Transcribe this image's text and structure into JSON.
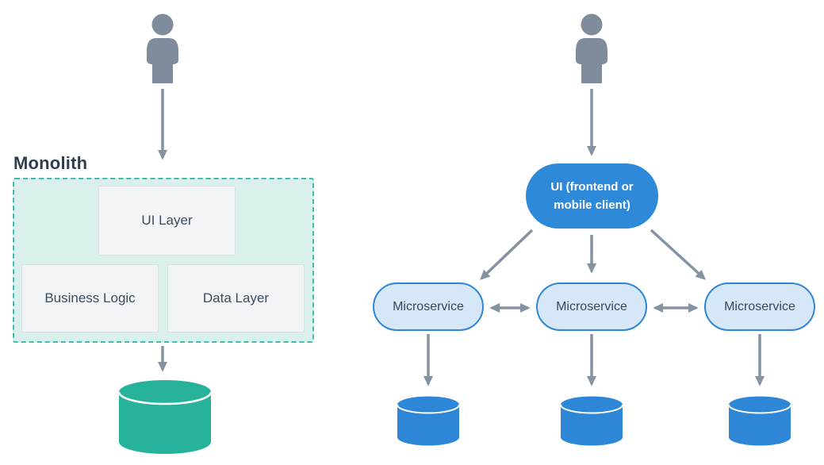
{
  "left": {
    "title": "Monolith",
    "ui_layer": "UI Layer",
    "business_logic": "Business Logic",
    "data_layer": "Data Layer"
  },
  "right": {
    "ui_client_line1": "UI (frontend or",
    "ui_client_line2": "mobile client)",
    "microservices": [
      {
        "label": "Microservice"
      },
      {
        "label": "Microservice"
      },
      {
        "label": "Microservice"
      }
    ]
  },
  "icons": {
    "user": "user-icon",
    "database": "database-icon",
    "arrow": "arrow-connector"
  },
  "colors": {
    "teal_dashed_border": "#41bdac",
    "teal_panel_fill": "#daf0ec",
    "teal_database": "#26b29b",
    "inner_box_fill": "#f2f4f7",
    "inner_box_border": "#d9dfe5",
    "blue_primary": "#2e89d9",
    "blue_light_fill": "#d6e7f8",
    "blue_border": "#2e86d6",
    "blue_database": "#2e86d6",
    "arrow_gray": "#8492a2",
    "person_gray": "#7f8c9b",
    "text_dark": "#3e4c5a",
    "title_dark": "#2e3e4f",
    "background": "#ffffff"
  }
}
